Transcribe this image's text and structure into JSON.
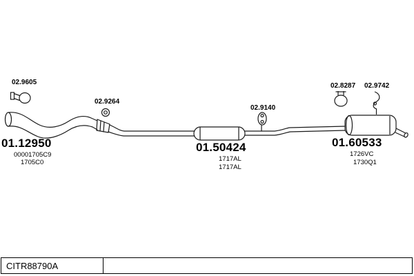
{
  "page": {
    "background": "#ffffff",
    "line_color": "#1a1a1a"
  },
  "parts": {
    "front_clamp": {
      "number": "02.9605"
    },
    "front_pipe": {
      "number": "01.12950",
      "codes": [
        "00001705C9",
        "1705C0"
      ]
    },
    "gasket_ring": {
      "number": "02.9264"
    },
    "centre_silencer": {
      "number": "01.50424",
      "codes": [
        "1717AL",
        "1717AL"
      ]
    },
    "centre_hanger": {
      "number": "02.9140"
    },
    "rear_clamp": {
      "number": "02.8287"
    },
    "rear_hanger": {
      "number": "02.9742"
    },
    "rear_silencer": {
      "number": "01.60533",
      "codes": [
        "1726VC",
        "1730Q1"
      ]
    }
  },
  "icons": {
    "front_clamp": "clamp-icon",
    "gasket_ring": "gasket-ring-icon",
    "centre_hanger": "rubber-hanger-icon",
    "rear_clamp": "clamp-icon",
    "rear_hanger": "bracket-hanger-icon"
  },
  "title_block": {
    "reference": "CITR88790A"
  }
}
